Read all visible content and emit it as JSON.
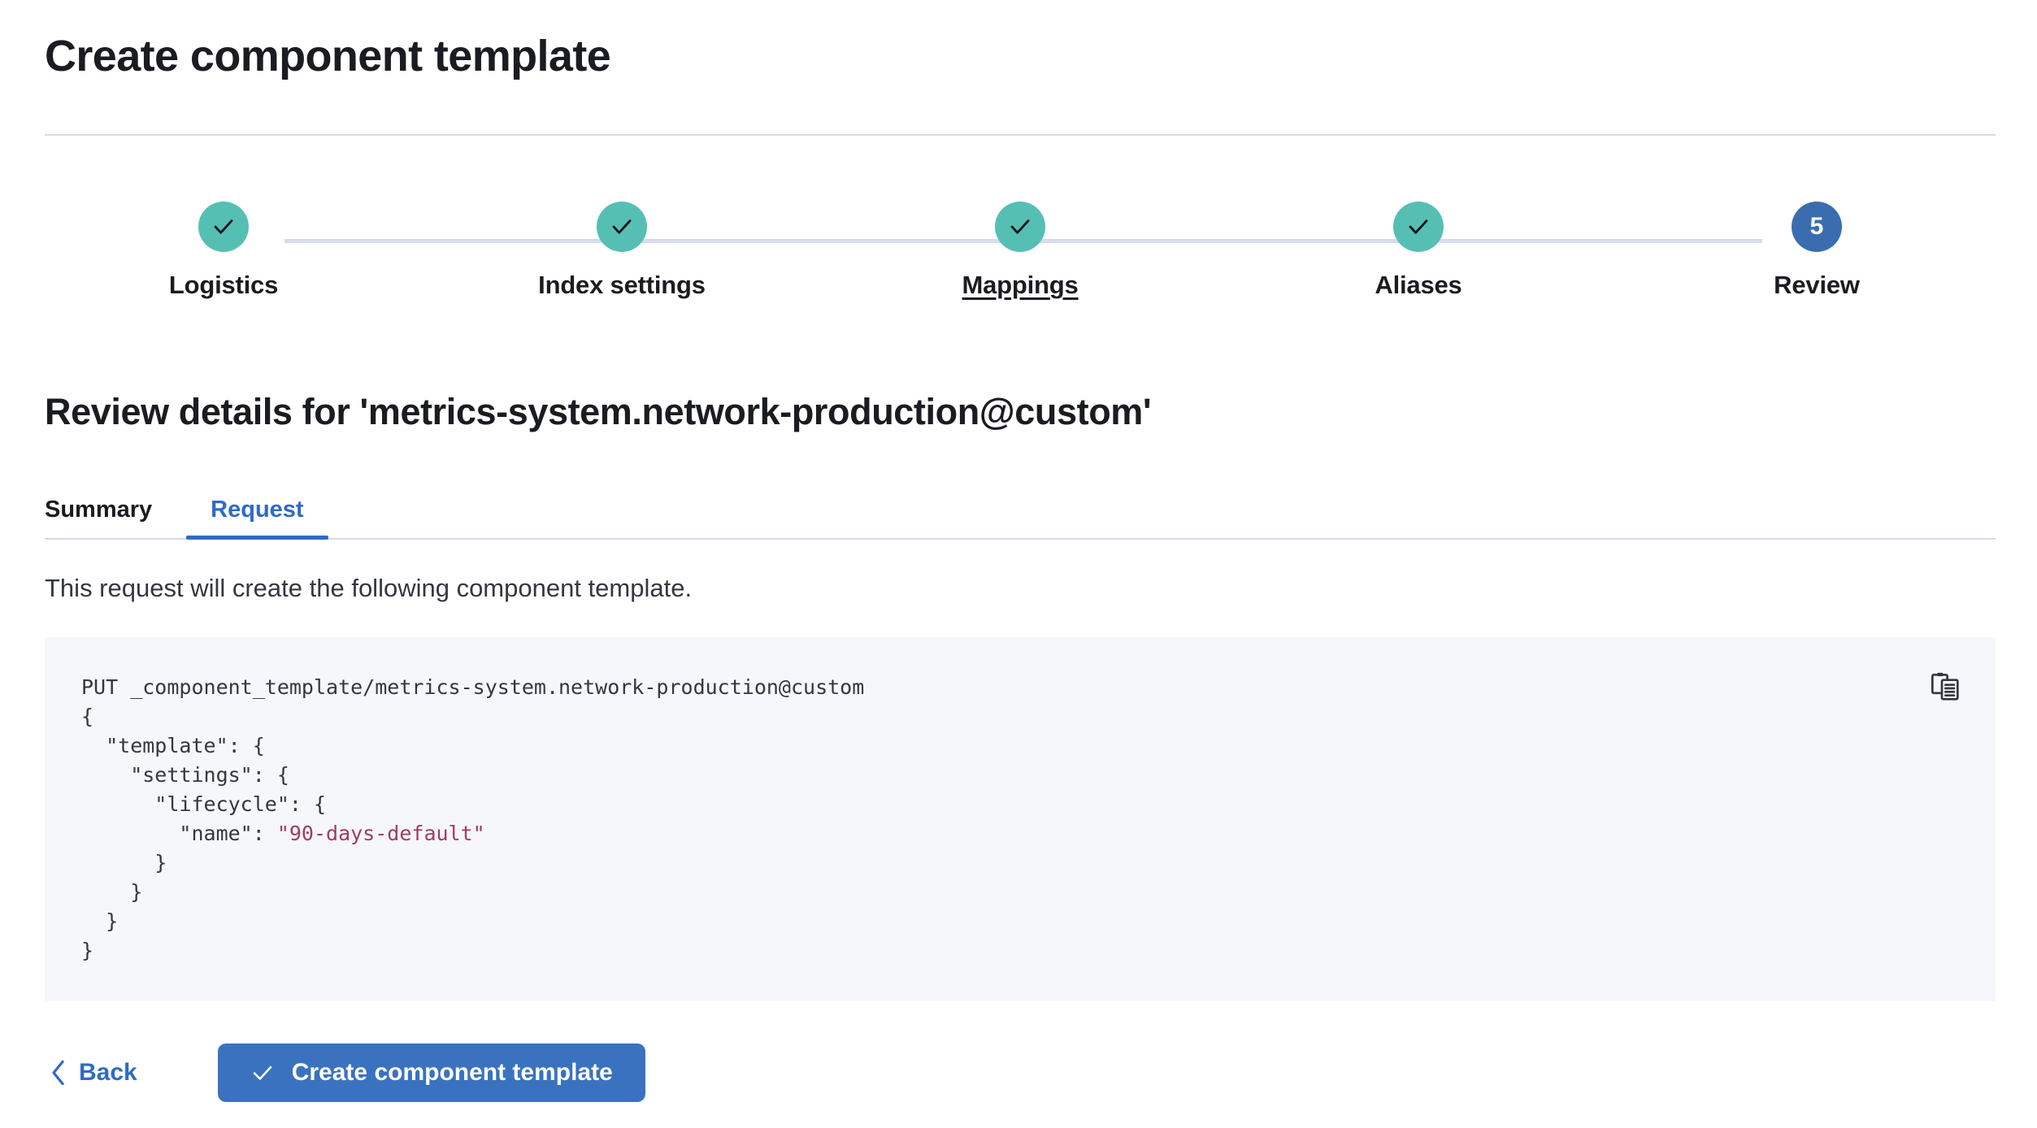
{
  "header": {
    "title": "Create component template"
  },
  "stepper": {
    "steps": [
      {
        "label": "Logistics",
        "state": "complete",
        "icon": "check-icon",
        "number": "1"
      },
      {
        "label": "Index settings",
        "state": "complete",
        "icon": "check-icon",
        "number": "2"
      },
      {
        "label": "Mappings",
        "state": "complete",
        "icon": "check-icon",
        "number": "3",
        "underlined": true
      },
      {
        "label": "Aliases",
        "state": "complete",
        "icon": "check-icon",
        "number": "4"
      },
      {
        "label": "Review",
        "state": "current",
        "icon": "number",
        "number": "5"
      }
    ],
    "colors": {
      "complete": "#56bfb4",
      "current": "#3a6db0",
      "track": "#d8dce8"
    }
  },
  "main": {
    "section_heading": "Review details for 'metrics-system.network-production@custom'",
    "tabs": [
      {
        "label": "Summary",
        "active": false
      },
      {
        "label": "Request",
        "active": true
      }
    ],
    "description": "This request will create the following component template.",
    "code": {
      "copy_icon": "clipboard-copy-icon",
      "lines": [
        [
          {
            "t": "PUT _component_template/metrics-system.network-production@custom",
            "c": "plain"
          }
        ],
        [
          {
            "t": "{",
            "c": "plain"
          }
        ],
        [
          {
            "t": "  \"template\": {",
            "c": "plain"
          }
        ],
        [
          {
            "t": "    \"settings\": {",
            "c": "plain"
          }
        ],
        [
          {
            "t": "      \"lifecycle\": {",
            "c": "plain"
          }
        ],
        [
          {
            "t": "        \"name\": ",
            "c": "plain"
          },
          {
            "t": "\"90-days-default\"",
            "c": "str"
          }
        ],
        [
          {
            "t": "      }",
            "c": "plain"
          }
        ],
        [
          {
            "t": "    }",
            "c": "plain"
          }
        ],
        [
          {
            "t": "  }",
            "c": "plain"
          }
        ],
        [
          {
            "t": "}",
            "c": "plain"
          }
        ]
      ]
    }
  },
  "footer": {
    "back_label": "Back",
    "back_icon": "chevron-left-icon",
    "submit_label": "Create component template",
    "submit_icon": "check-icon",
    "submit_color": "#3a72c0"
  }
}
